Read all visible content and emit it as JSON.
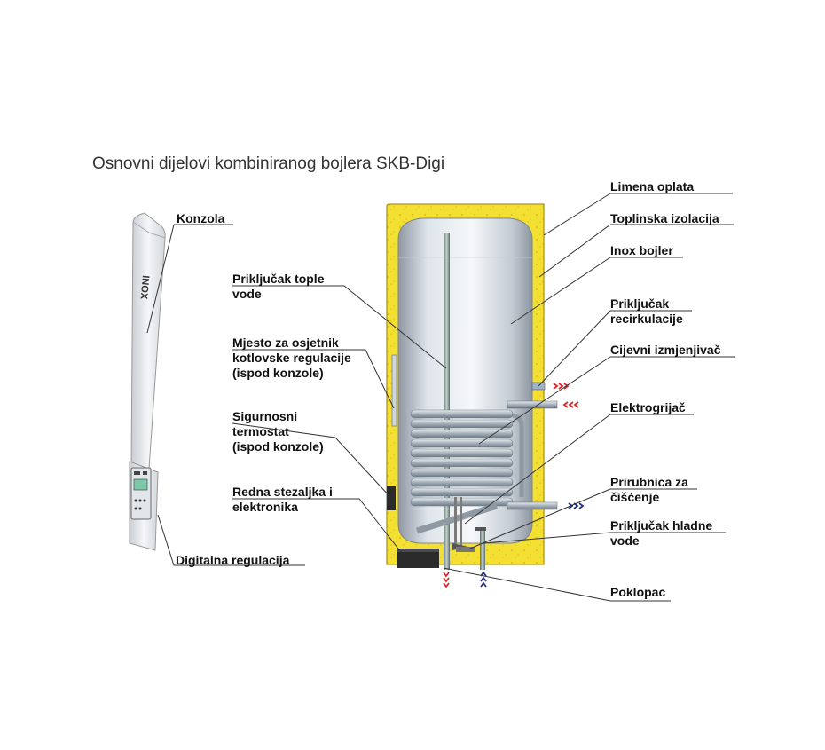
{
  "title": "Osnovni dijelovi kombiniranog bojlera SKB-Digi",
  "console_text": "INOX",
  "labels": {
    "konzola": [
      "Konzola"
    ],
    "digitalna_regulacija": [
      "Digitalna regulacija"
    ],
    "prikljucak_tople_vode": [
      "Priključak tople",
      "vode"
    ],
    "mjesto_osjetnik": [
      "Mjesto za osjetnik",
      "kotlovske regulacije",
      "(ispod konzole)"
    ],
    "sigurnosni_termostat": [
      "Sigurnosni",
      "termostat",
      "(ispod konzole)"
    ],
    "redna_stezaljka": [
      "Redna stezaljka i",
      "elektronika"
    ],
    "limena_oplata": [
      "Limena oplata"
    ],
    "toplinska_izolacija": [
      "Toplinska izolacija"
    ],
    "inox_bojler": [
      "Inox bojler"
    ],
    "prikljucak_recirkulacije": [
      "Priključak",
      "recirkulacije"
    ],
    "cijevni_izmjenjivac": [
      "Cijevni izmjenjivač"
    ],
    "elektrogrijac": [
      "Elektrogrijač"
    ],
    "prirubnica": [
      "Prirubnica za",
      "čišćenje"
    ],
    "prikljucak_hladne_vode": [
      "Priključak hladne",
      "vode"
    ],
    "poklopac": [
      "Poklopac"
    ]
  },
  "colors": {
    "insulation": "#f2dd2e",
    "insulation_edge": "#c9a80e",
    "tank_light": "#eef2f6",
    "tank_dark": "#9ea7b2",
    "coil": "#a9b4be",
    "hot_arrow": "#e0252a",
    "cold_arrow": "#27318a",
    "leader": "#333333"
  }
}
